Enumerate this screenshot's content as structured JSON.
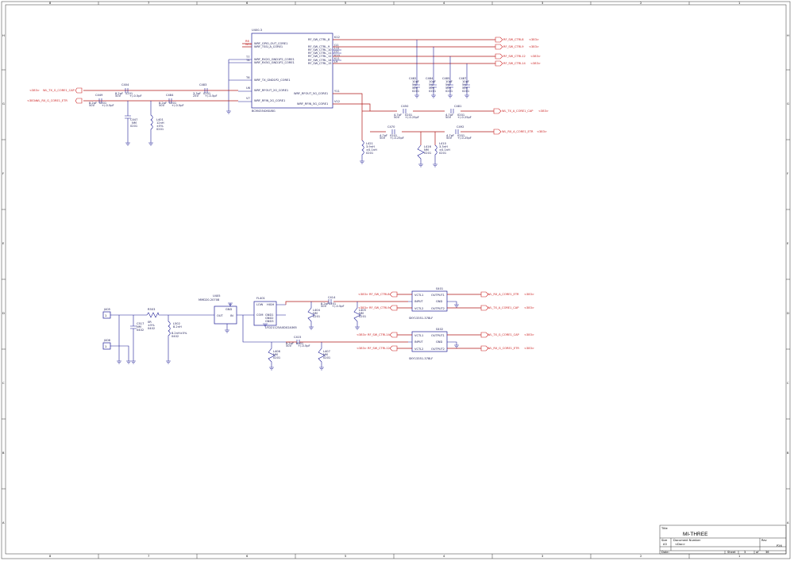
{
  "border": {
    "top_marks": [
      "1",
      "2",
      "3",
      "4",
      "5",
      "6",
      "7",
      "8"
    ],
    "side_marks": [
      "A",
      "B",
      "C",
      "D",
      "E",
      "F",
      "G",
      "H"
    ]
  },
  "ic_main": {
    "ref": "U400-3",
    "part": "BCM4354XKUBG",
    "left_pins": [
      "WRF_GPIO_OUT_CORE1",
      "WRF_TSSI_A_CORE1",
      "WRF_RX2G_GND1P2_CORE1",
      "WRF_RX5G_GND1P2_CORE1",
      "WRF_TX_GND1P2_CORE1",
      "WRF_RFOUT_2G_CORE1",
      "WRF_RFIN_2G_CORE1"
    ],
    "left_pin_nums": [
      "R6",
      "W10",
      "T7",
      "T8",
      "T6",
      "U6",
      "V7"
    ],
    "right_pins": [
      "RF_SW_CTRL_8",
      "RF_SW_CTRL_9",
      "RF_SW_CTRL_10",
      "RF_SW_CTRL_11",
      "RF_SW_CTRL_12",
      "RF_SW_CTRL_14",
      "RF_SW_CTRL_15",
      "WRF_RFOUT_5G_CORE1",
      "WRF_RFIN_5G_CORE1"
    ],
    "right_pin_nums": [
      "K12",
      "J11",
      "L11",
      "J12",
      "K10",
      "K11",
      "L9",
      "Y11",
      "V12"
    ]
  },
  "net_flags_right_top": [
    {
      "name": "RF_SW_CTRL8",
      "ref": "<383>"
    },
    {
      "name": "RF_SW_CTRL9",
      "ref": "<383>"
    },
    {
      "name": "RF_SW_CTRL12",
      "ref": "<383>"
    },
    {
      "name": "RF_SW_CTRL14",
      "ref": "<383>"
    },
    {
      "name": "WL_TX_A_CORE1_CAP",
      "ref": "<383>"
    },
    {
      "name": "WL_RX_A_CORE1_ETR",
      "ref": "<383>"
    }
  ],
  "net_flags_left_top": [
    {
      "name": "WL_TX_G_CORE1_CAP",
      "ref": "<383>"
    },
    {
      "name": "WL_RX_G_CORE1_ETR",
      "ref": "<383>"
    }
  ],
  "caps_top": [
    {
      "ref": "C404",
      "val": "8.2pF",
      "v": "50V",
      "pkg": "0201",
      "tol": "+/-0.5pF"
    },
    {
      "ref": "C483",
      "val": "3.3pF",
      "v": "25V",
      "pkg": "0201",
      "tol": "+/-0.5pF"
    },
    {
      "ref": "C449",
      "val": "8.2pF",
      "v": "50V",
      "pkg": "0201",
      "tol": "+/-0.5pF"
    },
    {
      "ref": "C484",
      "val": "8.2pF",
      "v": "50V",
      "pkg": "0201",
      "tol": "+/-0.5pF"
    },
    {
      "ref": "C482",
      "val": "10pF",
      "v": "5%",
      "pkg": "50V",
      "tol": "0201"
    },
    {
      "ref": "C484",
      "val": "10pF",
      "v": "5%",
      "pkg": "50V",
      "tol": "0201"
    },
    {
      "ref": "C485",
      "val": "10pF",
      "v": "5%",
      "pkg": "50V",
      "tol": "0201"
    },
    {
      "ref": "C487",
      "val": "10pF",
      "v": "5%",
      "pkg": "50V",
      "tol": "0201"
    },
    {
      "ref": "C450",
      "val": "4.7pF",
      "v": "50V",
      "pkg": "0201",
      "tol": "+/-0.25pF"
    },
    {
      "ref": "C481",
      "val": "4.7pF",
      "v": "50V",
      "pkg": "0201",
      "tol": "+/-0.25pF"
    },
    {
      "ref": "C470",
      "val": "4.7pF",
      "v": "50V",
      "pkg": "0201",
      "tol": "+/-0.25pF"
    },
    {
      "ref": "C492",
      "val": "4.7pF",
      "v": "50V",
      "pkg": "0201",
      "tol": "+/-0.25pF"
    }
  ],
  "parts_top_misc": [
    {
      "ref": "C447",
      "lines": [
        "NM",
        "0201"
      ]
    },
    {
      "ref": "L401",
      "lines": [
        "12nH",
        "±5%",
        "0201"
      ]
    },
    {
      "ref": "L421",
      "lines": [
        "3.9nH",
        "±0.1nH",
        "0201"
      ]
    },
    {
      "ref": "L416",
      "lines": [
        "NM",
        "0201"
      ]
    },
    {
      "ref": "L410",
      "lines": [
        "3.3nH",
        "±0.1nH",
        "0201"
      ]
    }
  ],
  "bottom": {
    "j405": "J405",
    "j406": "J406",
    "r503": "R503",
    "c517": [
      "C517",
      "NM",
      "0402"
    ],
    "l502": [
      "L502",
      "8.2nH",
      "8.2nH±5%",
      "0402"
    ],
    "r0": [
      "0R",
      "±5%",
      "0402"
    ],
    "diplexer_ref": "U405",
    "diplexer_part": "MMD20-20708",
    "diplexer_pins": [
      "OUT",
      "IN",
      "GND"
    ],
    "filter_ref": "FL401",
    "filter_part": "LFD21125A0DX2A365",
    "filter_pins": [
      "LOW",
      "HIGH",
      "COM",
      "GND1",
      "GND2",
      "GND3"
    ],
    "c414": [
      "C414",
      "8.2pF",
      "50V",
      "0201",
      "+/-0.5pF"
    ],
    "c415": [
      "C415",
      "8.2pF",
      "50V",
      "0201",
      "+/-0.5pF"
    ],
    "l404": [
      "L404",
      "NM",
      "0201"
    ],
    "l405": [
      "L405",
      "NM",
      "0201"
    ],
    "l406": [
      "L406",
      "NM",
      "0201"
    ],
    "l407": [
      "L407",
      "NM",
      "0201"
    ],
    "sw1_ref": "S401",
    "sw2_ref": "S402",
    "sw_part": "SKY13351-378LF",
    "sw_pins_left": [
      "VCTL1",
      "INPUT",
      "VCTL2"
    ],
    "sw_pins_right": [
      "OUTPUT1",
      "GND",
      "OUTPUT2"
    ],
    "sw1_left_flags": [
      {
        "name": "RF_SW_CTRL8",
        "ref": "<383>"
      },
      {
        "name": "RF_SW_CTRL9",
        "ref": "<383>"
      }
    ],
    "sw2_left_flags": [
      {
        "name": "RF_SW_CTRL14",
        "ref": "<383>"
      },
      {
        "name": "RF_SW_CTRL12",
        "ref": "<383>"
      }
    ],
    "sw1_right_flags": [
      {
        "name": "WL_RX_A_CORE1_ETR",
        "ref": "<383>"
      },
      {
        "name": "WL_TX_A_CORE1_CAP",
        "ref": "<383>"
      }
    ],
    "sw2_right_flags": [
      {
        "name": "WL_TX_G_CORE1_CAP",
        "ref": "<383>"
      },
      {
        "name": "WL_RX_G_CORE1_ETR",
        "ref": "<383>"
      }
    ]
  },
  "title_block": {
    "title_label": "Title",
    "title": "MI-THREE",
    "size_label": "Size",
    "size": "A3",
    "doc_label": "Document Number",
    "doc": "<Doc>",
    "rev_label": "Rev",
    "rev": "P26",
    "date_label": "Date:",
    "sheet_label": "Sheet",
    "sheet": "3",
    "of_label": "of",
    "of": "36"
  }
}
